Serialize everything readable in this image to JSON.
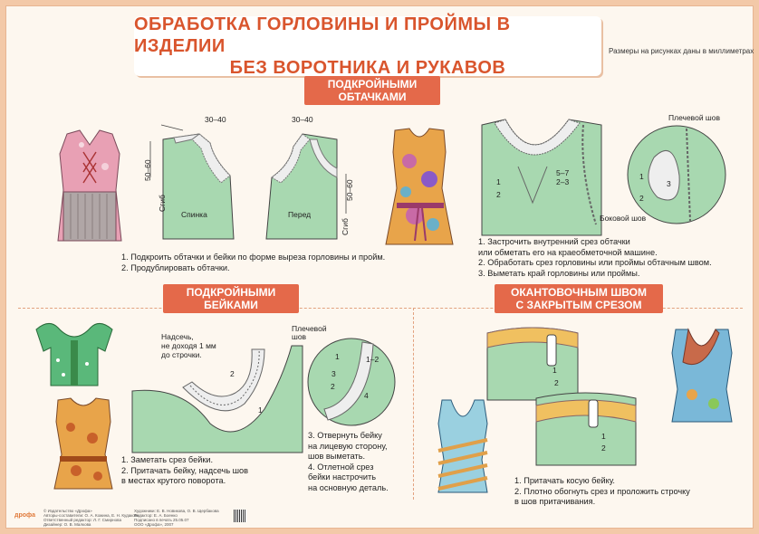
{
  "title": {
    "line1": "ОБРАБОТКА ГОРЛОВИНЫ И ПРОЙМЫ В ИЗДЕЛИИ",
    "line2": "БЕЗ ВОРОТНИКА И РУКАВОВ"
  },
  "size_note": "Размеры на рисунках даны в миллиметрах",
  "section1": {
    "banner": [
      "ПОДКРОЙНЫМИ",
      "ОБТАЧКАМИ"
    ],
    "dims": {
      "top_left": "30–40",
      "top_right": "30–40",
      "left_v": "50–60",
      "right_v": "50–60"
    },
    "labels": {
      "back": "Спинка",
      "front": "Перед",
      "fold_left": "Сгиб",
      "fold_right": "Сгиб"
    },
    "instructions": [
      "1. Подкроить обтачки и бейки по форме выреза горловины и пройм.",
      "2. Продублировать обтачки."
    ],
    "right_labels": {
      "shoulder_seam": "Плечевой шов",
      "side_seam": "Боковой шов",
      "dim_a": "5–7",
      "dim_b": "2–3",
      "n1": "1",
      "n2": "2",
      "c1": "1",
      "c2": "2",
      "c3": "3"
    },
    "right_instructions": [
      "1. Застрочить внутренний срез обтачки",
      "или обметать его на краеобметочной машине.",
      "2. Обработать срез горловины или проймы обтачным швом.",
      "3. Выметать край горловины или проймы."
    ]
  },
  "section2": {
    "banner": [
      "ПОДКРОЙНЫМИ",
      "БЕЙКАМИ"
    ],
    "notch_note": [
      "Надсечь,",
      "не доходя 1 мм",
      "до строчки."
    ],
    "shoulder_seam": [
      "Плечевой",
      "шов"
    ],
    "n": {
      "a": "1",
      "b": "2",
      "c": "1",
      "d": "2",
      "e": "3",
      "f": "4",
      "g": "1–2"
    },
    "instructions_left": [
      "1. Заметать срез бейки.",
      "2. Притачать бейку, надсечь шов",
      "в местах крутого поворота."
    ],
    "instructions_right": [
      "3. Отвернуть бейку",
      "на лицевую сторону,",
      "шов выметать.",
      "4. Отлетной срез",
      "бейки настрочить",
      "на основную деталь."
    ]
  },
  "section3": {
    "banner": [
      "ОКАНТОВОЧНЫМ ШВОМ",
      "С ЗАКРЫТЫМ СРЕЗОМ"
    ],
    "n": {
      "a": "1",
      "b": "2",
      "c": "1",
      "d": "2"
    },
    "instructions": [
      "1. Притачать косую бейку.",
      "2. Плотно обогнуть срез и проложить строчку",
      "в шов притачивания."
    ]
  },
  "footer": {
    "col1": [
      "© Издательство «Дрофа»",
      "Авторы-составители: О. А. Кожина, Е. Н. Кудакова",
      "Ответственный редактор: Л. Г. Смирнова",
      "Дизайнер: О. В. Малкова"
    ],
    "col2": [
      "Художники: Е. В. Новикова, О. В. Щербакова",
      "Редактор: Е. А. Боенко",
      "Подписано в печать 25.05.07",
      "ООО «Дрофа», 2007"
    ],
    "logo": "дрофа"
  },
  "colors": {
    "accent": "#e4694a",
    "title": "#d9552d",
    "fabric": "#a8d8b0",
    "paper": "#fdf7ef"
  }
}
